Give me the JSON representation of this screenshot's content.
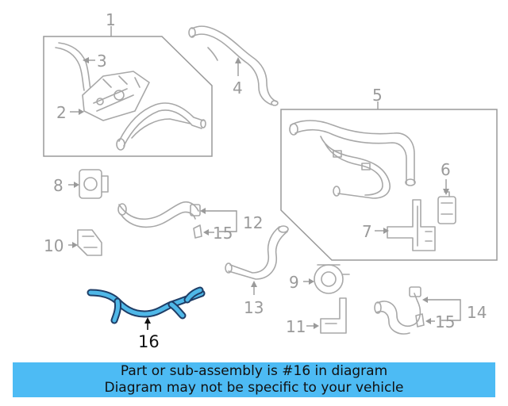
{
  "diagram": {
    "callouts": {
      "c1": "1",
      "c2": "2",
      "c3": "3",
      "c4": "4",
      "c5": "5",
      "c6": "6",
      "c7": "7",
      "c8": "8",
      "c9": "9",
      "c10": "10",
      "c11": "11",
      "c12": "12",
      "c13": "13",
      "c14": "14",
      "c15a": "15",
      "c15b": "15",
      "c16": "16"
    },
    "highlighted_part": "16",
    "colors": {
      "highlight": "#4fb8e8",
      "highlight_outline": "#1f3d66",
      "banner": "#4dbbf4",
      "line_art": "#a8a8a8"
    }
  },
  "banner": {
    "line1": "Part or sub-assembly is #16 in diagram",
    "line2": "Diagram may not be specific to your vehicle"
  }
}
